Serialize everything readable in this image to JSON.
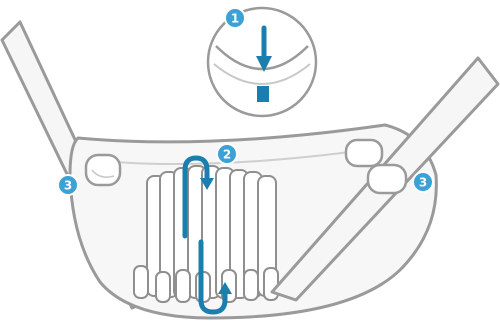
{
  "diagram": {
    "subject": "bag-holder",
    "colors": {
      "accent": "#1a7fae",
      "badge": "#3ba2d6",
      "outline": "#9a9a9a",
      "fill": "#f6f6f6",
      "white": "#ffffff"
    },
    "steps": [
      {
        "id": "1",
        "label": "1",
        "icon": "down-arrow-icon"
      },
      {
        "id": "2",
        "label": "2",
        "icon": "loop-arrow-icon"
      },
      {
        "id": "3-left",
        "label": "3",
        "icon": "strap-clip-icon"
      },
      {
        "id": "3-right",
        "label": "3",
        "icon": "strap-clip-icon"
      }
    ]
  }
}
